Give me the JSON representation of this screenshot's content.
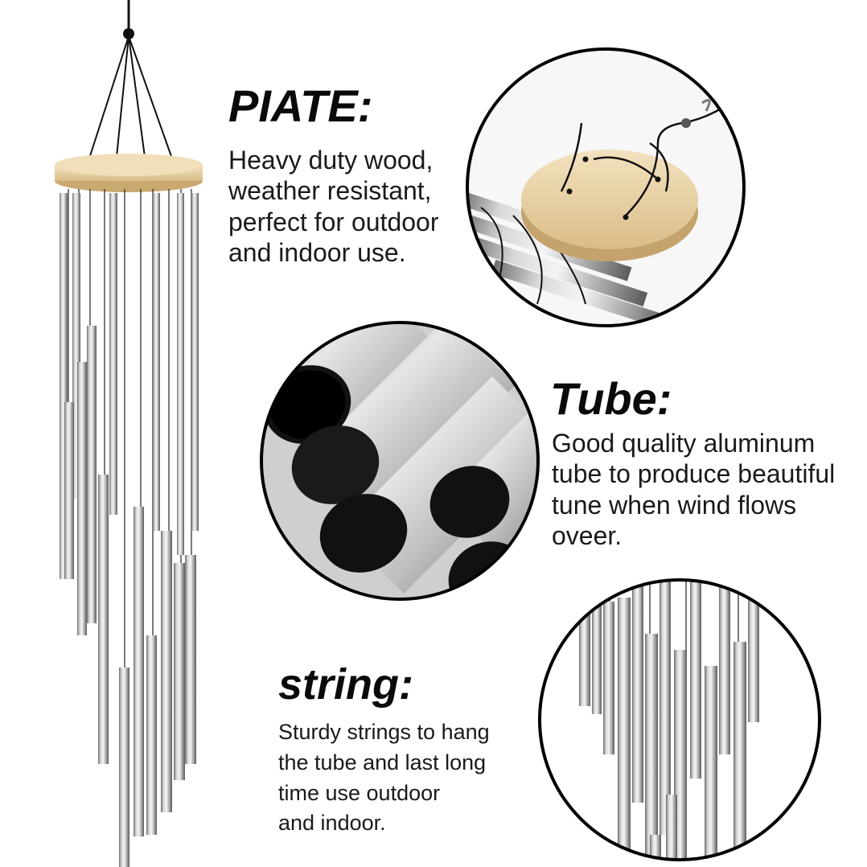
{
  "sections": {
    "plate": {
      "title": "PIATE:",
      "lines": [
        "Heavy duty wood,",
        "weather resistant,",
        "perfect for outdoor",
        "and indoor use."
      ]
    },
    "tube": {
      "title": "Tube:",
      "lines": [
        "Good quality aluminum",
        "tube to produce beautiful",
        "tune when wind flows",
        "oveer."
      ]
    },
    "string": {
      "title": "string:",
      "lines": [
        "Sturdy strings to hang",
        "the tube and last long",
        "time use outdoor",
        "and indoor."
      ]
    }
  },
  "colors": {
    "wood": "#e9d3a8",
    "metal": "#b8b8b8",
    "string": "#111111",
    "circle_border": "#000000"
  },
  "icons": {
    "main": "wind-chime-photo",
    "plate_detail": "wooden-plate-closeup",
    "tube_detail": "aluminum-tube-closeup",
    "string_detail": "hanging-tubes-closeup"
  }
}
